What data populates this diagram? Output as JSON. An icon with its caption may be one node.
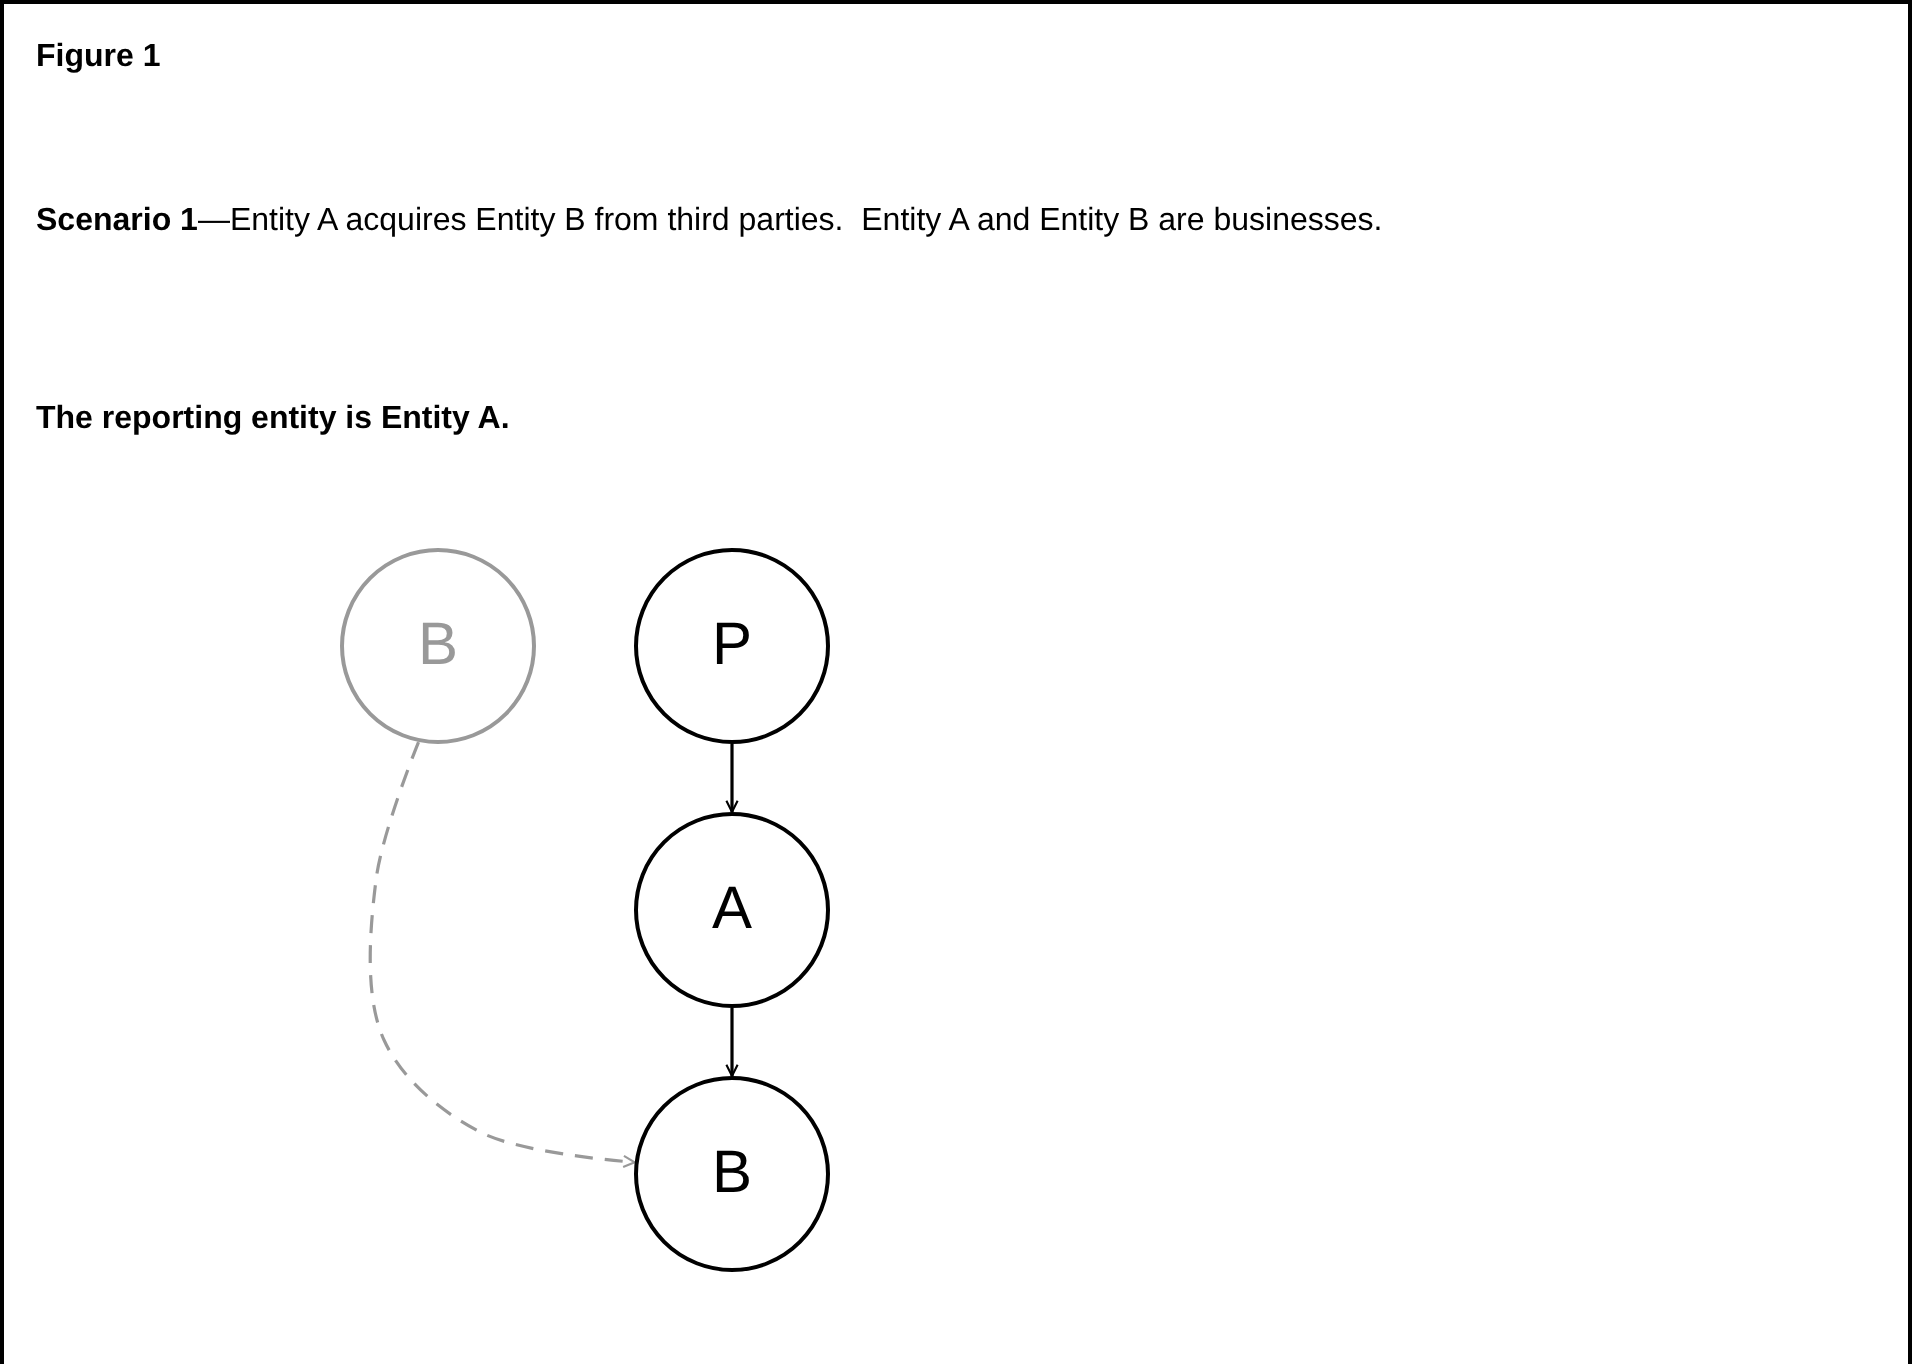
{
  "diagram": {
    "title": "Figure 1",
    "nodes": [
      {
        "text": [
          "B"
        ]
      },
      {
        "text": [
          "P"
        ]
      },
      {
        "text": [
          "A"
        ]
      },
      {
        "text": [
          "B"
        ]
      }
    ],
    "edges": [
      {
        "from": 1,
        "to": 2,
        "arrow": "to"
      },
      {
        "from": 2,
        "to": 3,
        "arrow": "to"
      },
      {
        "from": 0,
        "to": 3,
        "arrow": "to",
        "style": "dashed",
        "color": "#999999"
      }
    ],
    "labels": [
      "**Scenario 1**—Entity A acquires Entity B from third parties.  Entity A and Entity B are businesses.",
      "The reporting entity is Entity A."
    ]
  }
}
